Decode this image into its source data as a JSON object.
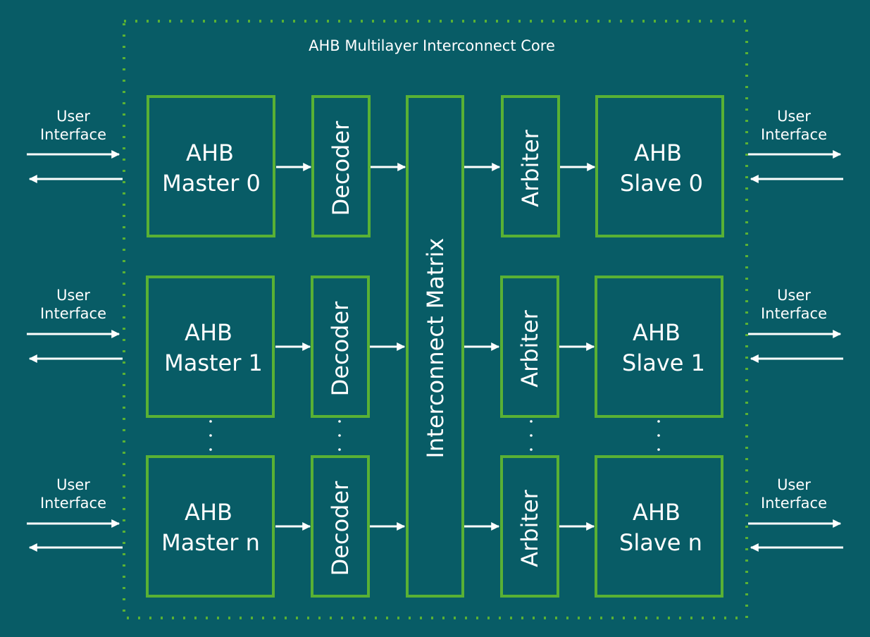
{
  "colors": {
    "background": "#085c66",
    "block_border": "#59b134",
    "text": "#ffffff",
    "arrow": "#ffffff"
  },
  "core": {
    "title": "AHB Multilayer Interconnect Core"
  },
  "matrix": {
    "label": "Interconnect Matrix"
  },
  "masters": [
    {
      "line1": "AHB",
      "line2": "Master 0"
    },
    {
      "line1": "AHB",
      "line2": "Master 1"
    },
    {
      "line1": "AHB",
      "line2": "Master n"
    }
  ],
  "decoders": [
    "Decoder",
    "Decoder",
    "Decoder"
  ],
  "arbiters": [
    "Arbiter",
    "Arbiter",
    "Arbiter"
  ],
  "slaves": [
    {
      "line1": "AHB",
      "line2": "Slave 0"
    },
    {
      "line1": "AHB",
      "line2": "Slave 1"
    },
    {
      "line1": "AHB",
      "line2": "Slave n"
    }
  ],
  "user_interfaces": {
    "left": [
      {
        "line1": "User",
        "line2": "Interface"
      },
      {
        "line1": "User",
        "line2": "Interface"
      },
      {
        "line1": "User",
        "line2": "Interface"
      }
    ],
    "right": [
      {
        "line1": "User",
        "line2": "Interface"
      },
      {
        "line1": "User",
        "line2": "Interface"
      },
      {
        "line1": "User",
        "line2": "Interface"
      }
    ]
  }
}
